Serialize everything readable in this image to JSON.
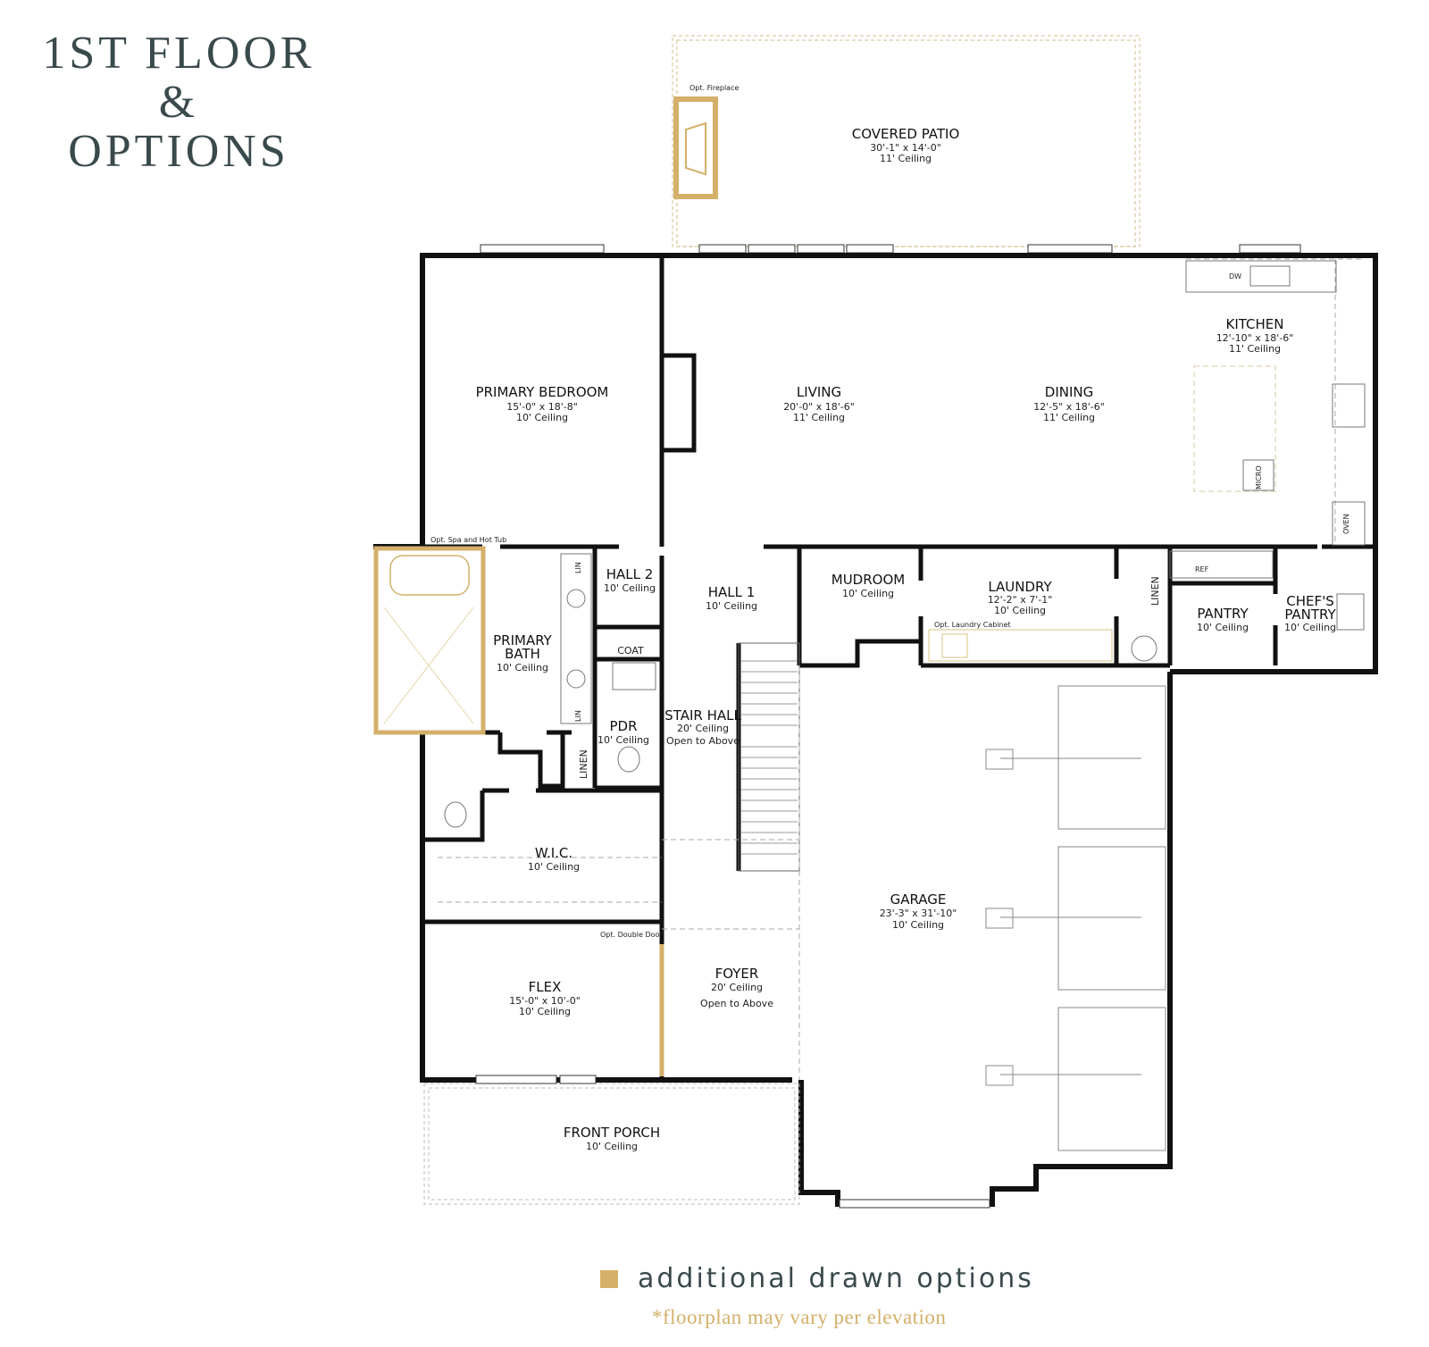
{
  "title": {
    "line1": "1ST FLOOR",
    "line2": "&",
    "line3": "OPTIONS"
  },
  "colors": {
    "option_gold": "#d4b06a",
    "title_slate": "#3a4a4c",
    "wall": "#111111"
  },
  "rooms": {
    "covered_patio": {
      "name": "COVERED PATIO",
      "size": "30'-1\" x 14'-0\"",
      "ceiling": "11' Ceiling"
    },
    "primary_bedroom": {
      "name": "PRIMARY BEDROOM",
      "size": "15'-0\" x 18'-8\"",
      "ceiling": "10' Ceiling"
    },
    "living": {
      "name": "LIVING",
      "size": "20'-0\" x 18'-6\"",
      "ceiling": "11' Ceiling"
    },
    "dining": {
      "name": "DINING",
      "size": "12'-5\" x 18'-6\"",
      "ceiling": "11' Ceiling"
    },
    "kitchen": {
      "name": "KITCHEN",
      "size": "12'-10\" x 18'-6\"",
      "ceiling": "11' Ceiling"
    },
    "hall2": {
      "name": "HALL 2",
      "ceiling": "10' Ceiling"
    },
    "hall1": {
      "name": "HALL 1",
      "ceiling": "10' Ceiling"
    },
    "mudroom": {
      "name": "MUDROOM",
      "ceiling": "10' Ceiling"
    },
    "laundry": {
      "name": "LAUNDRY",
      "size": "12'-2\" x 7'-1\"",
      "ceiling": "10' Ceiling"
    },
    "pantry": {
      "name": "PANTRY",
      "ceiling": "10' Ceiling"
    },
    "chefs_pantry": {
      "name1": "CHEF'S",
      "name2": "PANTRY",
      "ceiling": "10' Ceiling"
    },
    "primary_bath": {
      "name1": "PRIMARY",
      "name2": "BATH",
      "ceiling": "10' Ceiling"
    },
    "pdr": {
      "name": "PDR",
      "ceiling": "10' Ceiling"
    },
    "stair_hall": {
      "name": "STAIR HALL",
      "ceiling": "20' Ceiling",
      "note": "Open to Above"
    },
    "wic": {
      "name": "W.I.C.",
      "ceiling": "10' Ceiling"
    },
    "garage": {
      "name": "GARAGE",
      "size": "23'-3\" x 31'-10\"",
      "ceiling": "10' Ceiling"
    },
    "flex": {
      "name": "FLEX",
      "size": "15'-0\" x 10'-0\"",
      "ceiling": "10' Ceiling"
    },
    "foyer": {
      "name": "FOYER",
      "ceiling": "20' Ceiling",
      "note": "Open to Above"
    },
    "front_porch": {
      "name": "FRONT PORCH",
      "ceiling": "10' Ceiling"
    }
  },
  "labels": {
    "coat": "COAT",
    "linen": "LINEN",
    "lin": "LIN",
    "dw": "DW",
    "ref": "REF",
    "oven": "OVEN",
    "micro": "MICRO",
    "opt_fireplace": "Opt. Fireplace",
    "opt_spa": "Opt. Spa and Hot Tub",
    "opt_laundry": "Opt. Laundry Cabinet",
    "opt_double_door": "Opt. Double Door"
  },
  "legend": {
    "label": "additional drawn options"
  },
  "footnote": "*floorplan may vary per elevation"
}
